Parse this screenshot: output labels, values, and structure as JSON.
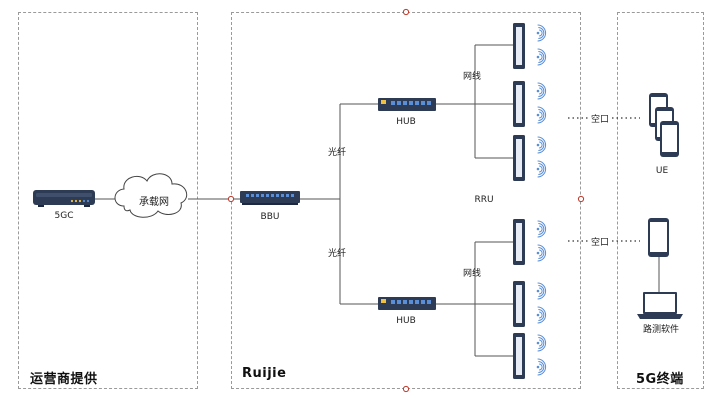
{
  "panels": {
    "left_title": "运营商提供",
    "middle_title": "Ruijie",
    "right_title": "5G终端"
  },
  "nodes": {
    "core": "5GC",
    "bearer": "承载网",
    "bbu": "BBU",
    "hub_top": "HUB",
    "hub_bottom": "HUB",
    "rru": "RRU",
    "ue": "UE",
    "probe": "路测软件"
  },
  "links": {
    "fiber_top": "光纤",
    "fiber_bottom": "光纤",
    "net_top": "网线",
    "net_bottom": "网线",
    "air_top": "空口",
    "air_bottom": "空口"
  },
  "colors": {
    "device_dark": "#2d3b55",
    "device_port": "#5a8fd8",
    "line": "#555555",
    "dashed_border": "#9a9a9a",
    "node_dot": "#c0392b"
  }
}
